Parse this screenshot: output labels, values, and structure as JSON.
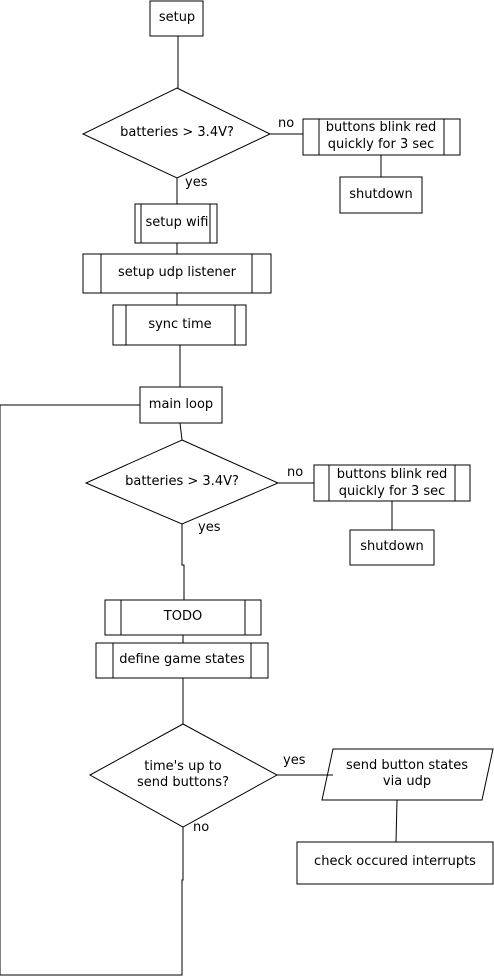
{
  "nodes": {
    "setup": "setup",
    "cond_batt_1": "batteries > 3.4V?",
    "blink_1": [
      "buttons blink red",
      "quickly for 3 sec"
    ],
    "shutdown_1": "shutdown",
    "setup_wifi": "setup wifi",
    "setup_udp": "setup udp listener",
    "sync_time": "sync time",
    "main_loop": "main loop",
    "cond_batt_2": "batteries > 3.4V?",
    "blink_2": [
      "buttons blink red",
      "quickly for 3 sec"
    ],
    "shutdown_2": "shutdown",
    "todo": "TODO",
    "define_states": "define game states",
    "cond_time": [
      "time's up to",
      "send buttons?"
    ],
    "send_states": [
      "send button states",
      "via udp"
    ],
    "check_interrupts": "check occured interrupts"
  },
  "edges": {
    "no_1": "no",
    "yes_1": "yes",
    "no_2": "no",
    "yes_2": "yes",
    "yes_3": "yes",
    "no_3": "no"
  }
}
